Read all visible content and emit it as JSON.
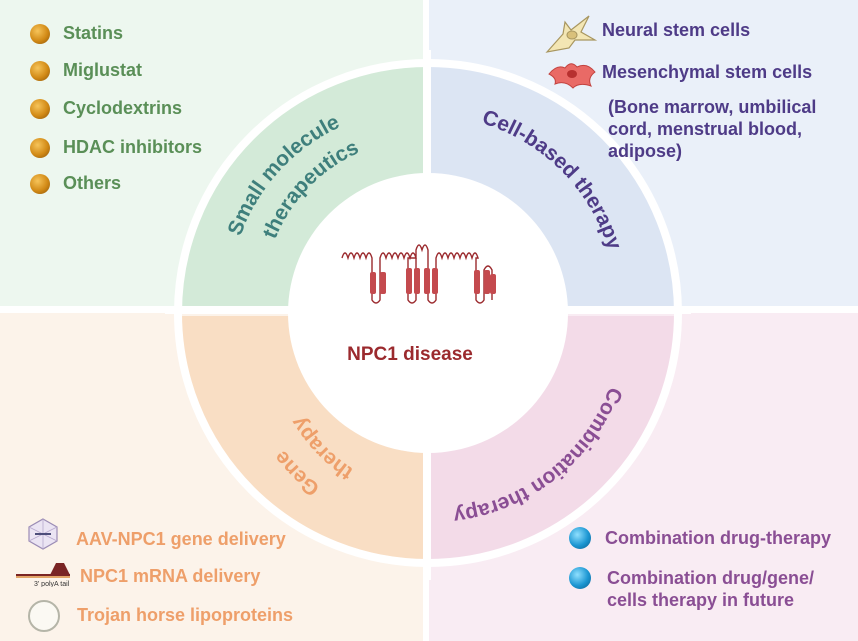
{
  "center": {
    "label": "NPC1 disease"
  },
  "quadrants": {
    "small_molecule": {
      "title_line1": "Small molecule",
      "title_line2": "therapeutics",
      "items": [
        "Statins",
        "Miglustat",
        "Cyclodextrins",
        "HDAC inhibitors",
        "Others"
      ]
    },
    "cell_based": {
      "title": "Cell-based therapy",
      "items": [
        "Neural stem cells",
        "Mesenchymal stem cells"
      ],
      "note": "(Bone marrow, umbilical cord, menstrual blood, adipose)"
    },
    "gene": {
      "title_line1": "Gene",
      "title_line2": "therapy",
      "items": [
        "AAV-NPC1 gene delivery",
        "NPC1 mRNA delivery",
        "Trojan horse lipoproteins"
      ],
      "polya_label": "3' polyA tail"
    },
    "combination": {
      "title": "Combination therapy",
      "items": [
        "Combination drug-therapy",
        "Combination drug/gene/ cells therapy in future"
      ]
    }
  },
  "colors": {
    "green": "#5a8f57",
    "teal": "#3e7f7c",
    "purple": "#4e3b87",
    "orange": "#ee9f6a",
    "violet": "#8a4e94",
    "disease_red": "#9b2a2e"
  },
  "icons": [
    "gold-bullet-icon",
    "neural-stem-cell-icon",
    "mesenchymal-stem-cell-icon",
    "aav-capsid-icon",
    "mrna-icon",
    "lipoprotein-ring-icon",
    "blue-bullet-icon"
  ]
}
